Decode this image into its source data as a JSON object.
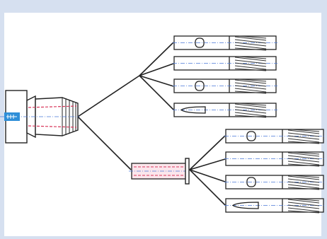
{
  "diagram": {
    "colors": {
      "frame_background": "#d6e0f0",
      "canvas_background": "#ffffff",
      "outline": "#222222",
      "center_line": "#4a78d8",
      "bore_line": "#d8365a",
      "hatch": "#333333",
      "spindle_nose": "#2f8fd8",
      "sleeve_fill": "#fbe6ec"
    },
    "components": [
      "spindle-holder",
      "reducing-sleeve",
      "tool-straight-shank-1",
      "tool-straight-shank-2",
      "tool-straight-shank-3",
      "tool-straight-shank-4",
      "tool-sleeved-shank-1",
      "tool-sleeved-shank-2",
      "tool-sleeved-shank-3",
      "tool-sleeved-shank-4"
    ]
  }
}
